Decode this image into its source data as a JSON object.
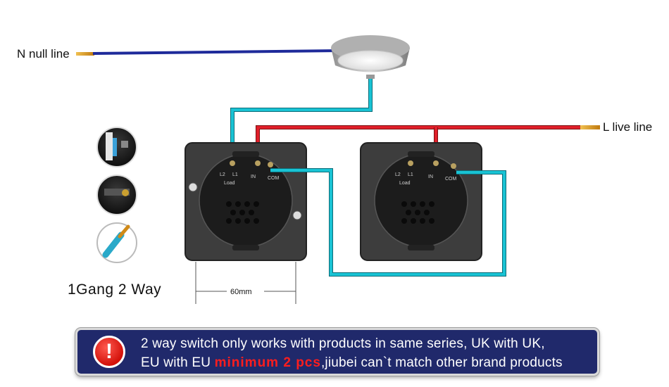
{
  "labels": {
    "neutral": "N null line",
    "live": "L live line",
    "title": "1Gang 2 Way",
    "dimension": "60mm"
  },
  "colors": {
    "neutral_wire": "#1e2a9a",
    "live_wire": "#e01f2a",
    "traveller_wire": "#19b8c8",
    "wire_tip": "#d89a22",
    "banner_bg": "#20296b",
    "warning_red": "#e0150d",
    "highlight": "#ff1d1d"
  },
  "icons": {
    "warning": "exclamation-icon",
    "warning_glyph": "!"
  },
  "terminals": [
    "L2",
    "L1",
    "IN",
    "COM"
  ],
  "terminal_sub": "Load",
  "notice": {
    "line1": "2 way switch only works with products in same series, UK with UK,",
    "line2_prefix": "EU with EU ",
    "line2_highlight": "minimum 2 pcs",
    "line2_suffix": ",jiubei can`t match other brand products"
  }
}
